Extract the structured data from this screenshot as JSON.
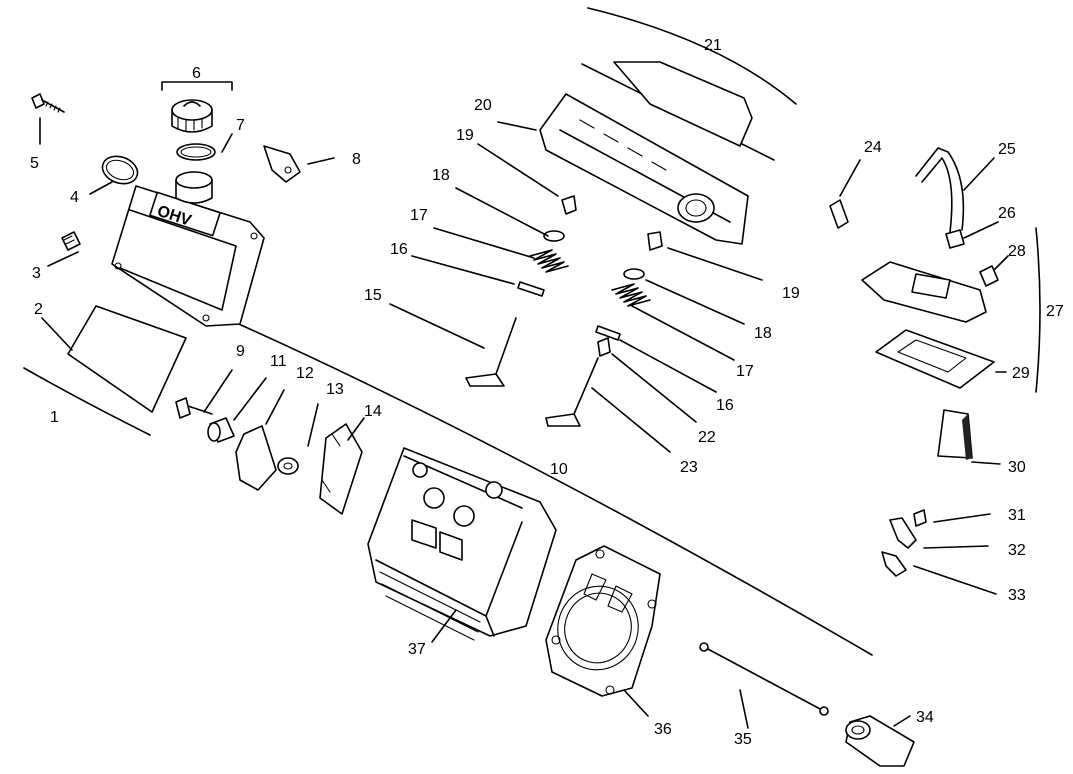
{
  "callouts": [
    {
      "id": "1",
      "label": "1"
    },
    {
      "id": "2",
      "label": "2"
    },
    {
      "id": "3",
      "label": "3"
    },
    {
      "id": "4",
      "label": "4"
    },
    {
      "id": "5",
      "label": "5"
    },
    {
      "id": "6",
      "label": "6"
    },
    {
      "id": "7",
      "label": "7"
    },
    {
      "id": "8",
      "label": "8"
    },
    {
      "id": "9",
      "label": "9"
    },
    {
      "id": "10",
      "label": "10"
    },
    {
      "id": "11",
      "label": "11"
    },
    {
      "id": "12",
      "label": "12"
    },
    {
      "id": "13",
      "label": "13"
    },
    {
      "id": "14",
      "label": "14"
    },
    {
      "id": "15",
      "label": "15"
    },
    {
      "id": "16a",
      "label": "16"
    },
    {
      "id": "16b",
      "label": "16"
    },
    {
      "id": "17a",
      "label": "17"
    },
    {
      "id": "17b",
      "label": "17"
    },
    {
      "id": "18a",
      "label": "18"
    },
    {
      "id": "18b",
      "label": "18"
    },
    {
      "id": "19a",
      "label": "19"
    },
    {
      "id": "19b",
      "label": "19"
    },
    {
      "id": "20",
      "label": "20"
    },
    {
      "id": "21",
      "label": "21"
    },
    {
      "id": "22",
      "label": "22"
    },
    {
      "id": "23",
      "label": "23"
    },
    {
      "id": "24",
      "label": "24"
    },
    {
      "id": "25",
      "label": "25"
    },
    {
      "id": "26",
      "label": "26"
    },
    {
      "id": "27",
      "label": "27"
    },
    {
      "id": "28",
      "label": "28"
    },
    {
      "id": "29",
      "label": "29"
    },
    {
      "id": "30",
      "label": "30"
    },
    {
      "id": "31",
      "label": "31"
    },
    {
      "id": "32",
      "label": "32"
    },
    {
      "id": "33",
      "label": "33"
    },
    {
      "id": "34",
      "label": "34"
    },
    {
      "id": "35",
      "label": "35"
    },
    {
      "id": "36",
      "label": "36"
    },
    {
      "id": "37",
      "label": "37"
    }
  ],
  "cover_emboss": "OHV"
}
